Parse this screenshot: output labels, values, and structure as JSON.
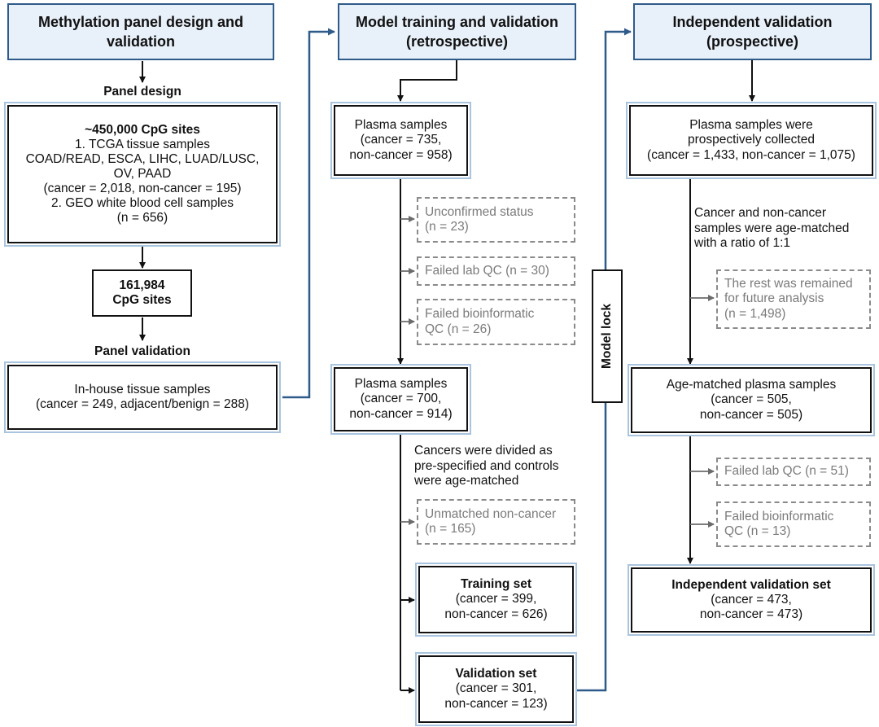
{
  "headers": {
    "col1": [
      "Methylation panel design and",
      "validation"
    ],
    "col2": [
      "Model training and validation",
      "(retrospective)"
    ],
    "col3": [
      "Independent validation",
      "(prospective)"
    ]
  },
  "col1": {
    "panel_design_label": "Panel design",
    "cpg_box": {
      "title": "~450,000 CpG sites",
      "lines": [
        "1. TCGA tissue samples",
        "COAD/READ, ESCA, LIHC, LUAD/LUSC,",
        "OV, PAAD",
        "(cancer = 2,018, non-cancer = 195)",
        "2. GEO white blood cell samples",
        "(n = 656)"
      ]
    },
    "selected_box": [
      "161,984",
      "CpG sites"
    ],
    "panel_validation_label": "Panel validation",
    "inhouse_box": [
      "In-house tissue samples",
      "(cancer = 249, adjacent/benign = 288)"
    ]
  },
  "col2": {
    "plasma1": [
      "Plasma samples",
      "(cancer = 735,",
      "non-cancer = 958)"
    ],
    "excl_unconfirmed": [
      "Unconfirmed status",
      "(n = 23)"
    ],
    "excl_lab_qc": [
      "Failed lab QC (n = 30)"
    ],
    "excl_bioinfo": [
      "Failed bioinformatic",
      "QC (n = 26)"
    ],
    "plasma2": [
      "Plasma samples",
      "(cancer = 700,",
      "non-cancer = 914)"
    ],
    "division_note": [
      "Cancers were divided as",
      "pre-specified and controls",
      "were age-matched"
    ],
    "excl_unmatched": [
      "Unmatched non-cancer",
      "(n = 165)"
    ],
    "training": {
      "title": "Training set",
      "lines": [
        "(cancer = 399,",
        "non-cancer = 626)"
      ]
    },
    "validation": {
      "title": "Validation set",
      "lines": [
        "(cancer = 301,",
        "non-cancer = 123)"
      ]
    }
  },
  "model_lock": "Model lock",
  "col3": {
    "plasma_collected": [
      "Plasma samples were",
      "prospectively collected",
      "(cancer = 1,433, non-cancer = 1,075)"
    ],
    "age_note": [
      "Cancer and non-cancer",
      "samples were age-matched",
      "with a ratio of 1:1"
    ],
    "excl_rest": [
      "The rest was remained",
      "for future analysis",
      "(n = 1,498)"
    ],
    "age_matched": [
      "Age-matched plasma samples",
      "(cancer = 505,",
      "non-cancer = 505)"
    ],
    "excl_lab_qc": [
      "Failed lab QC (n = 51)"
    ],
    "excl_bioinfo": [
      "Failed bioinformatic",
      "QC (n = 13)"
    ],
    "ind_validation": {
      "title": "Independent validation set",
      "lines": [
        "(cancer = 473,",
        "non-cancer = 473)"
      ]
    }
  },
  "colors": {
    "header_fill": "#e8f0fa",
    "header_border": "#2f5b8a",
    "halo": "#a9c4de",
    "excluded_text": "#7b7b7b",
    "connector_blue": "#2f5b8a"
  }
}
